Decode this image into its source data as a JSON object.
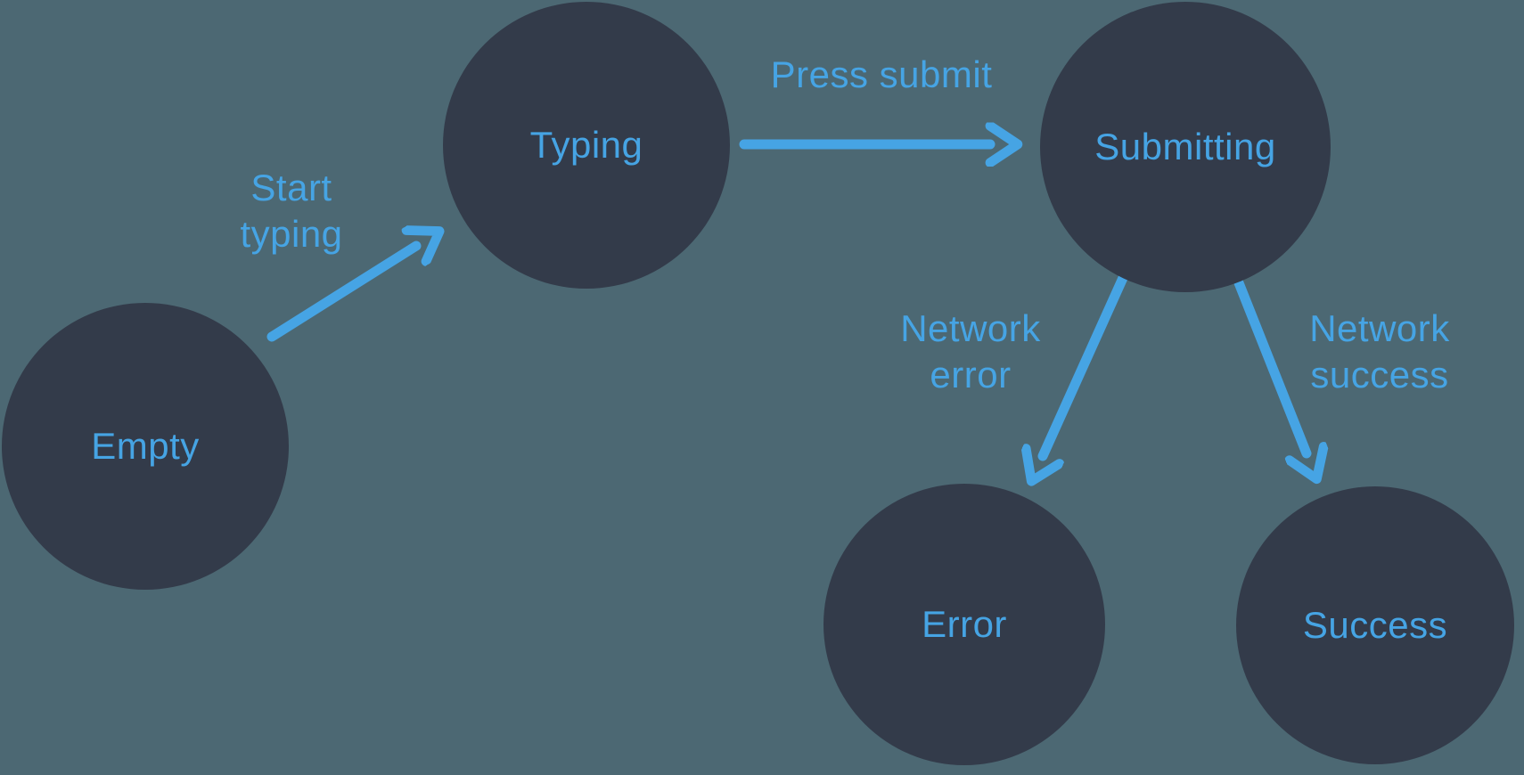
{
  "diagram": {
    "colors": {
      "background": "#4C6873",
      "node_fill": "#333B4A",
      "accent": "#46A4E4"
    },
    "nodes": [
      {
        "id": "empty",
        "label": "Empty"
      },
      {
        "id": "typing",
        "label": "Typing"
      },
      {
        "id": "submitting",
        "label": "Submitting"
      },
      {
        "id": "error",
        "label": "Error"
      },
      {
        "id": "success",
        "label": "Success"
      }
    ],
    "edges": [
      {
        "from": "empty",
        "to": "typing",
        "label": "Start typing",
        "lines": [
          "Start",
          "typing"
        ]
      },
      {
        "from": "typing",
        "to": "submitting",
        "label": "Press submit",
        "lines": [
          "Press submit"
        ]
      },
      {
        "from": "submitting",
        "to": "error",
        "label": "Network error",
        "lines": [
          "Network",
          "error"
        ]
      },
      {
        "from": "submitting",
        "to": "success",
        "label": "Network success",
        "lines": [
          "Network",
          "success"
        ]
      }
    ]
  }
}
